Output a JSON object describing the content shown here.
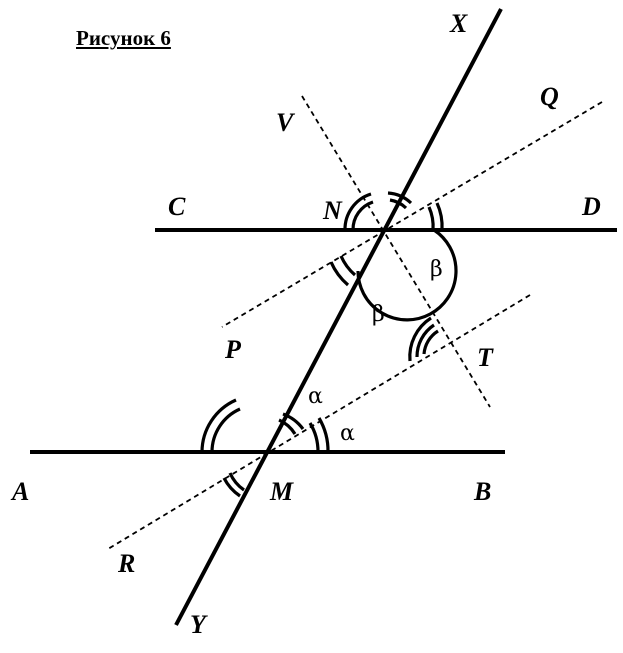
{
  "title": "Рисунок 6",
  "points": {
    "A": "A",
    "B": "B",
    "C": "C",
    "D": "D",
    "M": "M",
    "N": "N",
    "P": "P",
    "Q": "Q",
    "R": "R",
    "T": "T",
    "V": "V",
    "X": "X",
    "Y": "Y"
  },
  "angles": {
    "alpha": "α",
    "beta": "β"
  }
}
